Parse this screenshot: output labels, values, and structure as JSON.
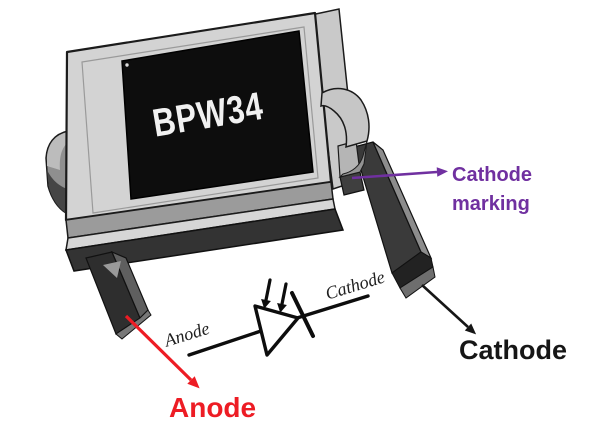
{
  "component": {
    "marking": "BPW34",
    "package_color": "#d3d3d3",
    "window_color": "#0d0d0d"
  },
  "annotations": {
    "cathode_marking": {
      "text": "Cathode marking",
      "color": "#7030a0",
      "arrow_icon": "right-arrow"
    },
    "cathode_pin": {
      "text": "Cathode",
      "color": "#161616",
      "arrow_icon": "down-right-arrow"
    },
    "anode_pin": {
      "text": "Anode",
      "color": "#ed1c24",
      "arrow_icon": "down-right-arrow"
    }
  },
  "schematic": {
    "symbol": "photodiode",
    "anode_label": "Anode",
    "cathode_label": "Cathode",
    "light_arrows_icon": "two-down-arrows"
  }
}
